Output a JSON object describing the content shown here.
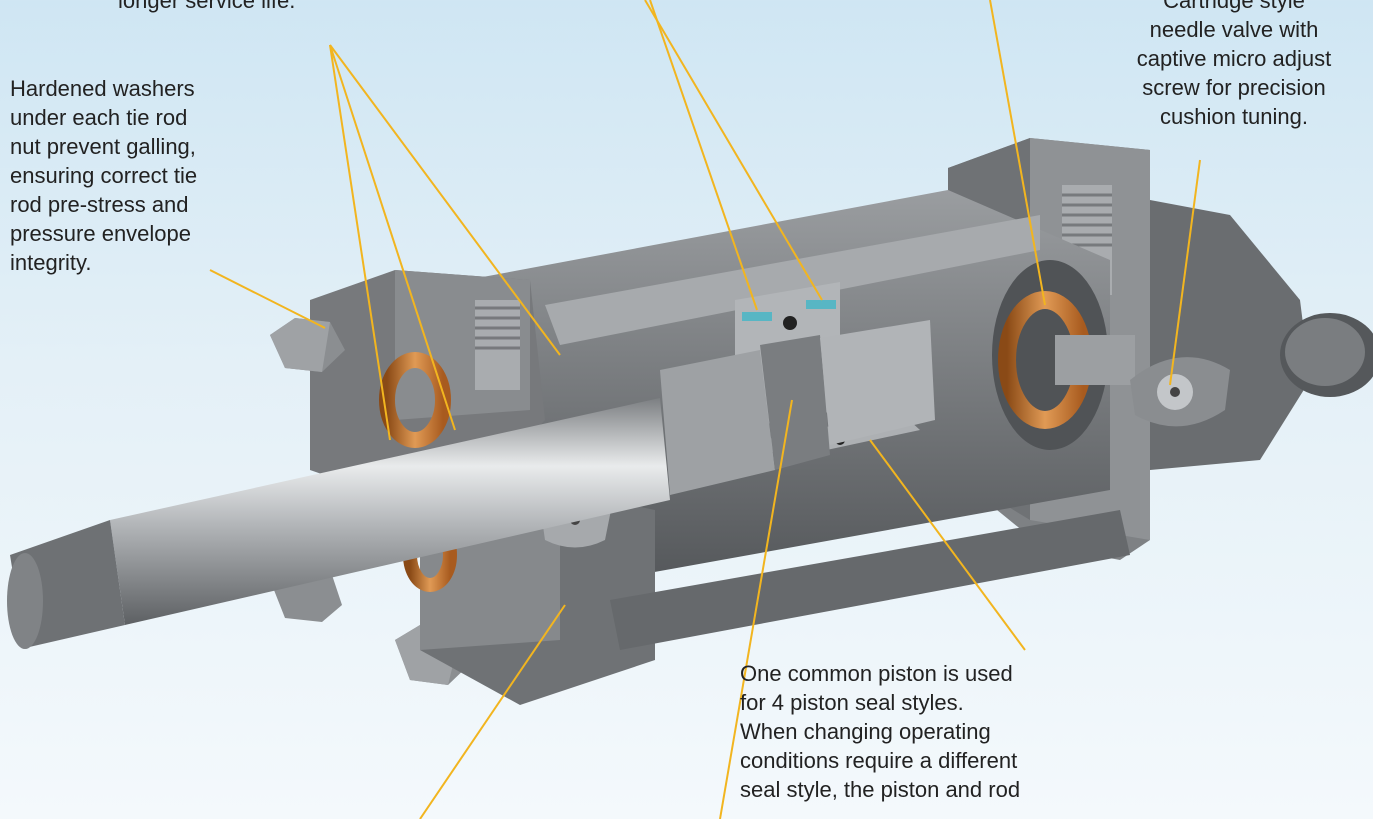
{
  "callouts": {
    "top_left": "longer service life.",
    "washers": "Hardened washers\nunder each tie rod\nnut prevent galling,\nensuring correct tie\nrod pre-stress and\npressure envelope\nintegrity.",
    "cartridge": "Cartridge style\nneedle valve with\ncaptive micro adjust\nscrew for precision\ncushion tuning.",
    "piston": "One common piston is used\nfor 4 piston seal styles.\nWhen changing operating\nconditions require a different\nseal style, the piston and rod"
  },
  "colors": {
    "leader": "#f2b51f",
    "steel_dark": "#6b6d70",
    "steel_mid": "#8d9093",
    "steel_light": "#b9bcbf",
    "bronze": "#c7702a",
    "seal_teal": "#58b6c4"
  }
}
